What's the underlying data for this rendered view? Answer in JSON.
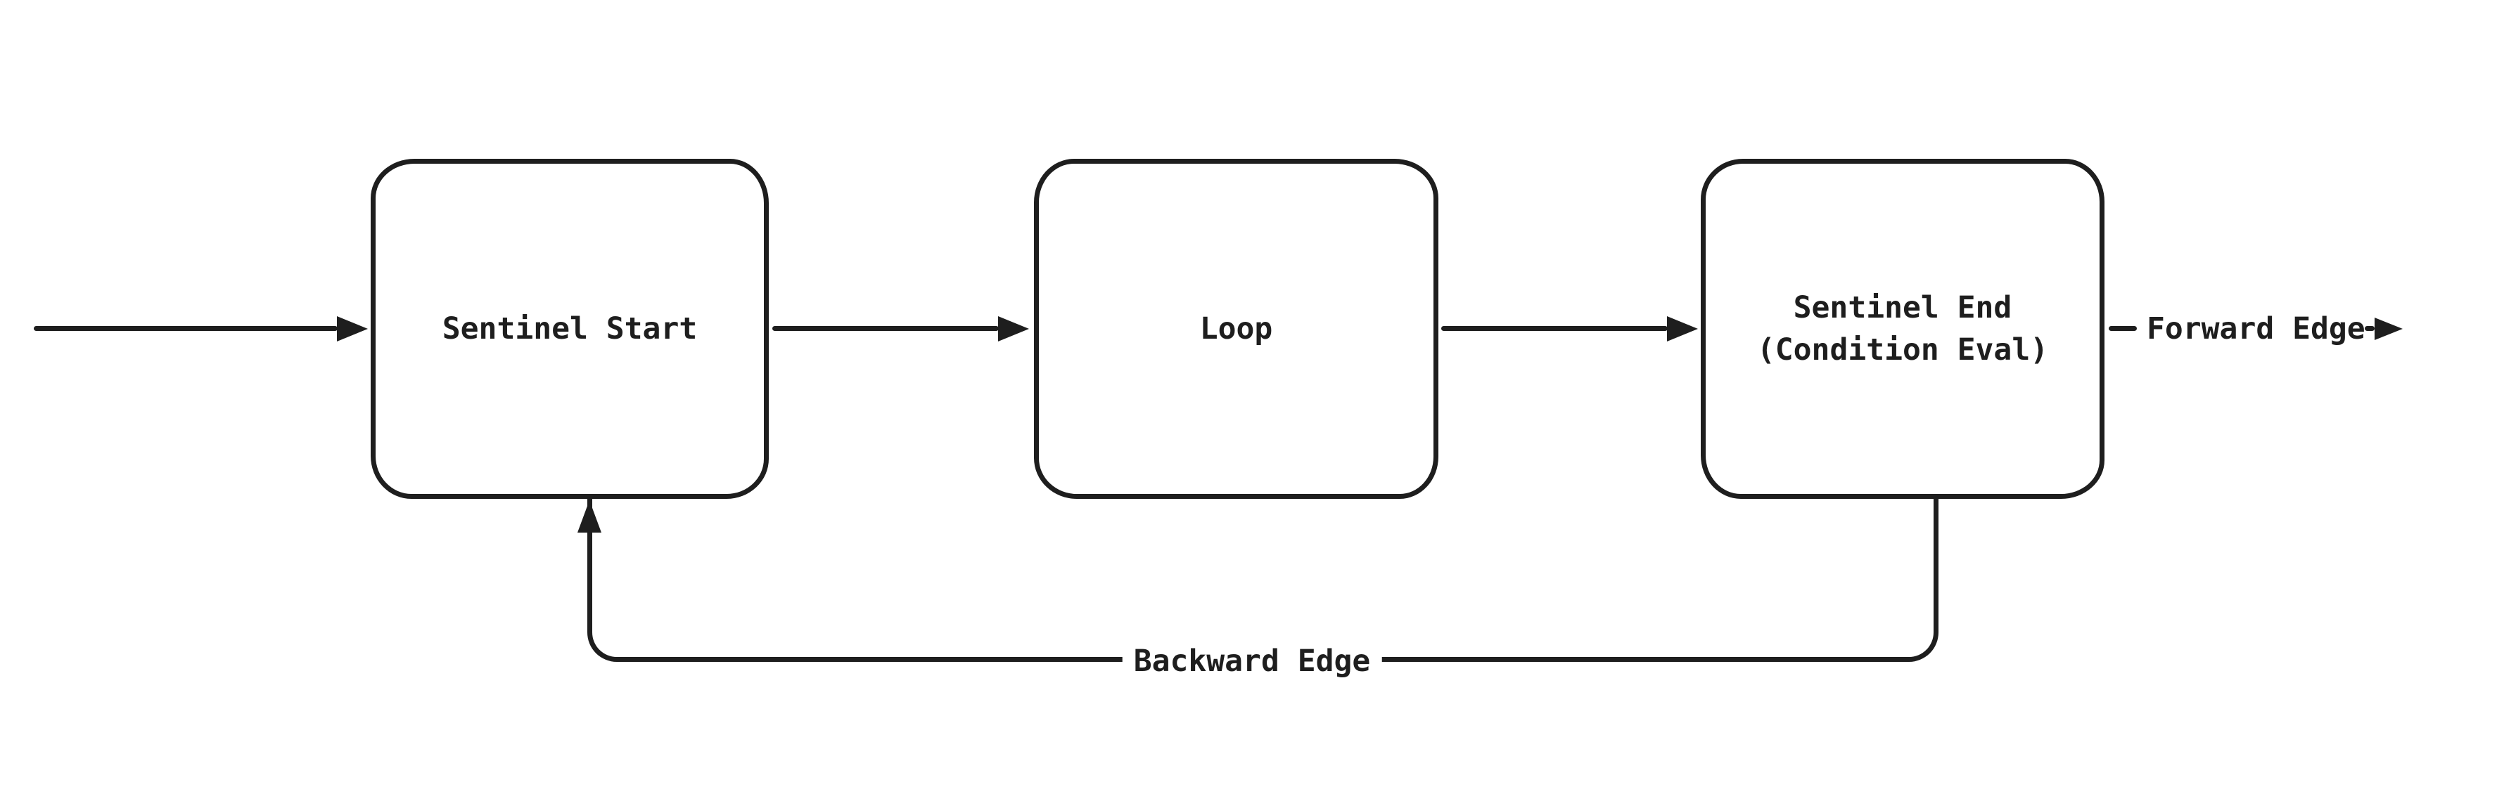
{
  "diagram": {
    "style": "hand-drawn flowchart",
    "colors": {
      "stroke": "#1e1e1e",
      "background": "#ffffff"
    },
    "nodes": [
      {
        "id": "sentinel-start",
        "label": "Sentinel Start"
      },
      {
        "id": "loop",
        "label": "Loop"
      },
      {
        "id": "sentinel-end",
        "label_line1": "Sentinel End",
        "label_line2": "(Condition Eval)"
      }
    ],
    "edges": {
      "entry": {
        "type": "arrow",
        "to": "sentinel-start",
        "label": ""
      },
      "start_to_loop": {
        "type": "arrow",
        "from": "sentinel-start",
        "to": "loop",
        "label": ""
      },
      "loop_to_end": {
        "type": "arrow",
        "from": "loop",
        "to": "sentinel-end",
        "label": ""
      },
      "forward": {
        "type": "arrow",
        "from": "sentinel-end",
        "label": "Forward Edge"
      },
      "backward": {
        "type": "arrow",
        "from": "sentinel-end",
        "to": "sentinel-start",
        "label": "Backward Edge"
      }
    }
  }
}
